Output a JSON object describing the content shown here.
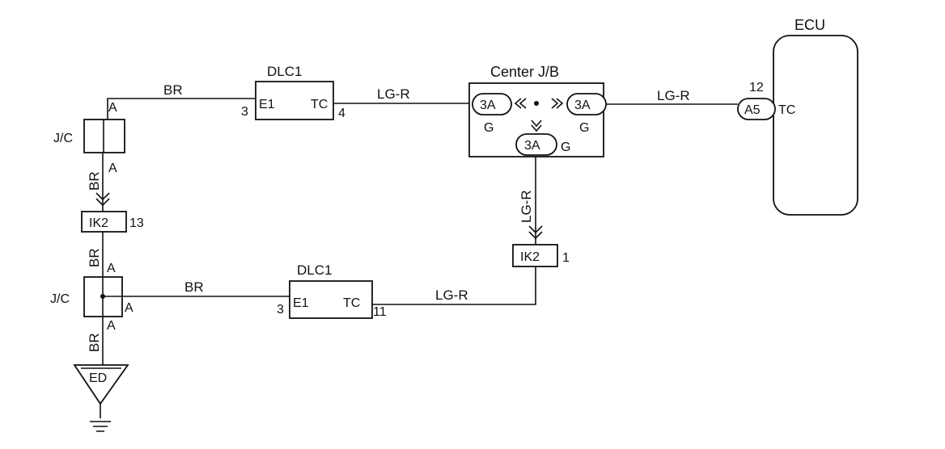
{
  "wires": {
    "br": "BR",
    "lgr": "LG-R"
  },
  "dlc1_top": {
    "title": "DLC1",
    "e1": "E1",
    "tc": "TC",
    "pin_left": "3",
    "pin_right": "4"
  },
  "dlc1_bottom": {
    "title": "DLC1",
    "e1": "E1",
    "tc": "TC",
    "pin_left": "3",
    "pin_right": "11"
  },
  "center_jb": {
    "title": "Center J/B",
    "conn": "3A",
    "ground": "G"
  },
  "ecu": {
    "title": "ECU",
    "connector": "A5",
    "pin": "12",
    "terminal": "TC"
  },
  "jc_top": {
    "label": "J/C",
    "pin_a_top": "A",
    "pin_a_bottom": "A"
  },
  "jc_bottom": {
    "label": "J/C",
    "pin_a_top": "A",
    "pin_a_right": "A",
    "pin_a_bottom": "A"
  },
  "ik2_left": {
    "label": "IK2",
    "pin": "13"
  },
  "ik2_right": {
    "label": "IK2",
    "pin": "1"
  },
  "ground": {
    "label": "ED"
  }
}
